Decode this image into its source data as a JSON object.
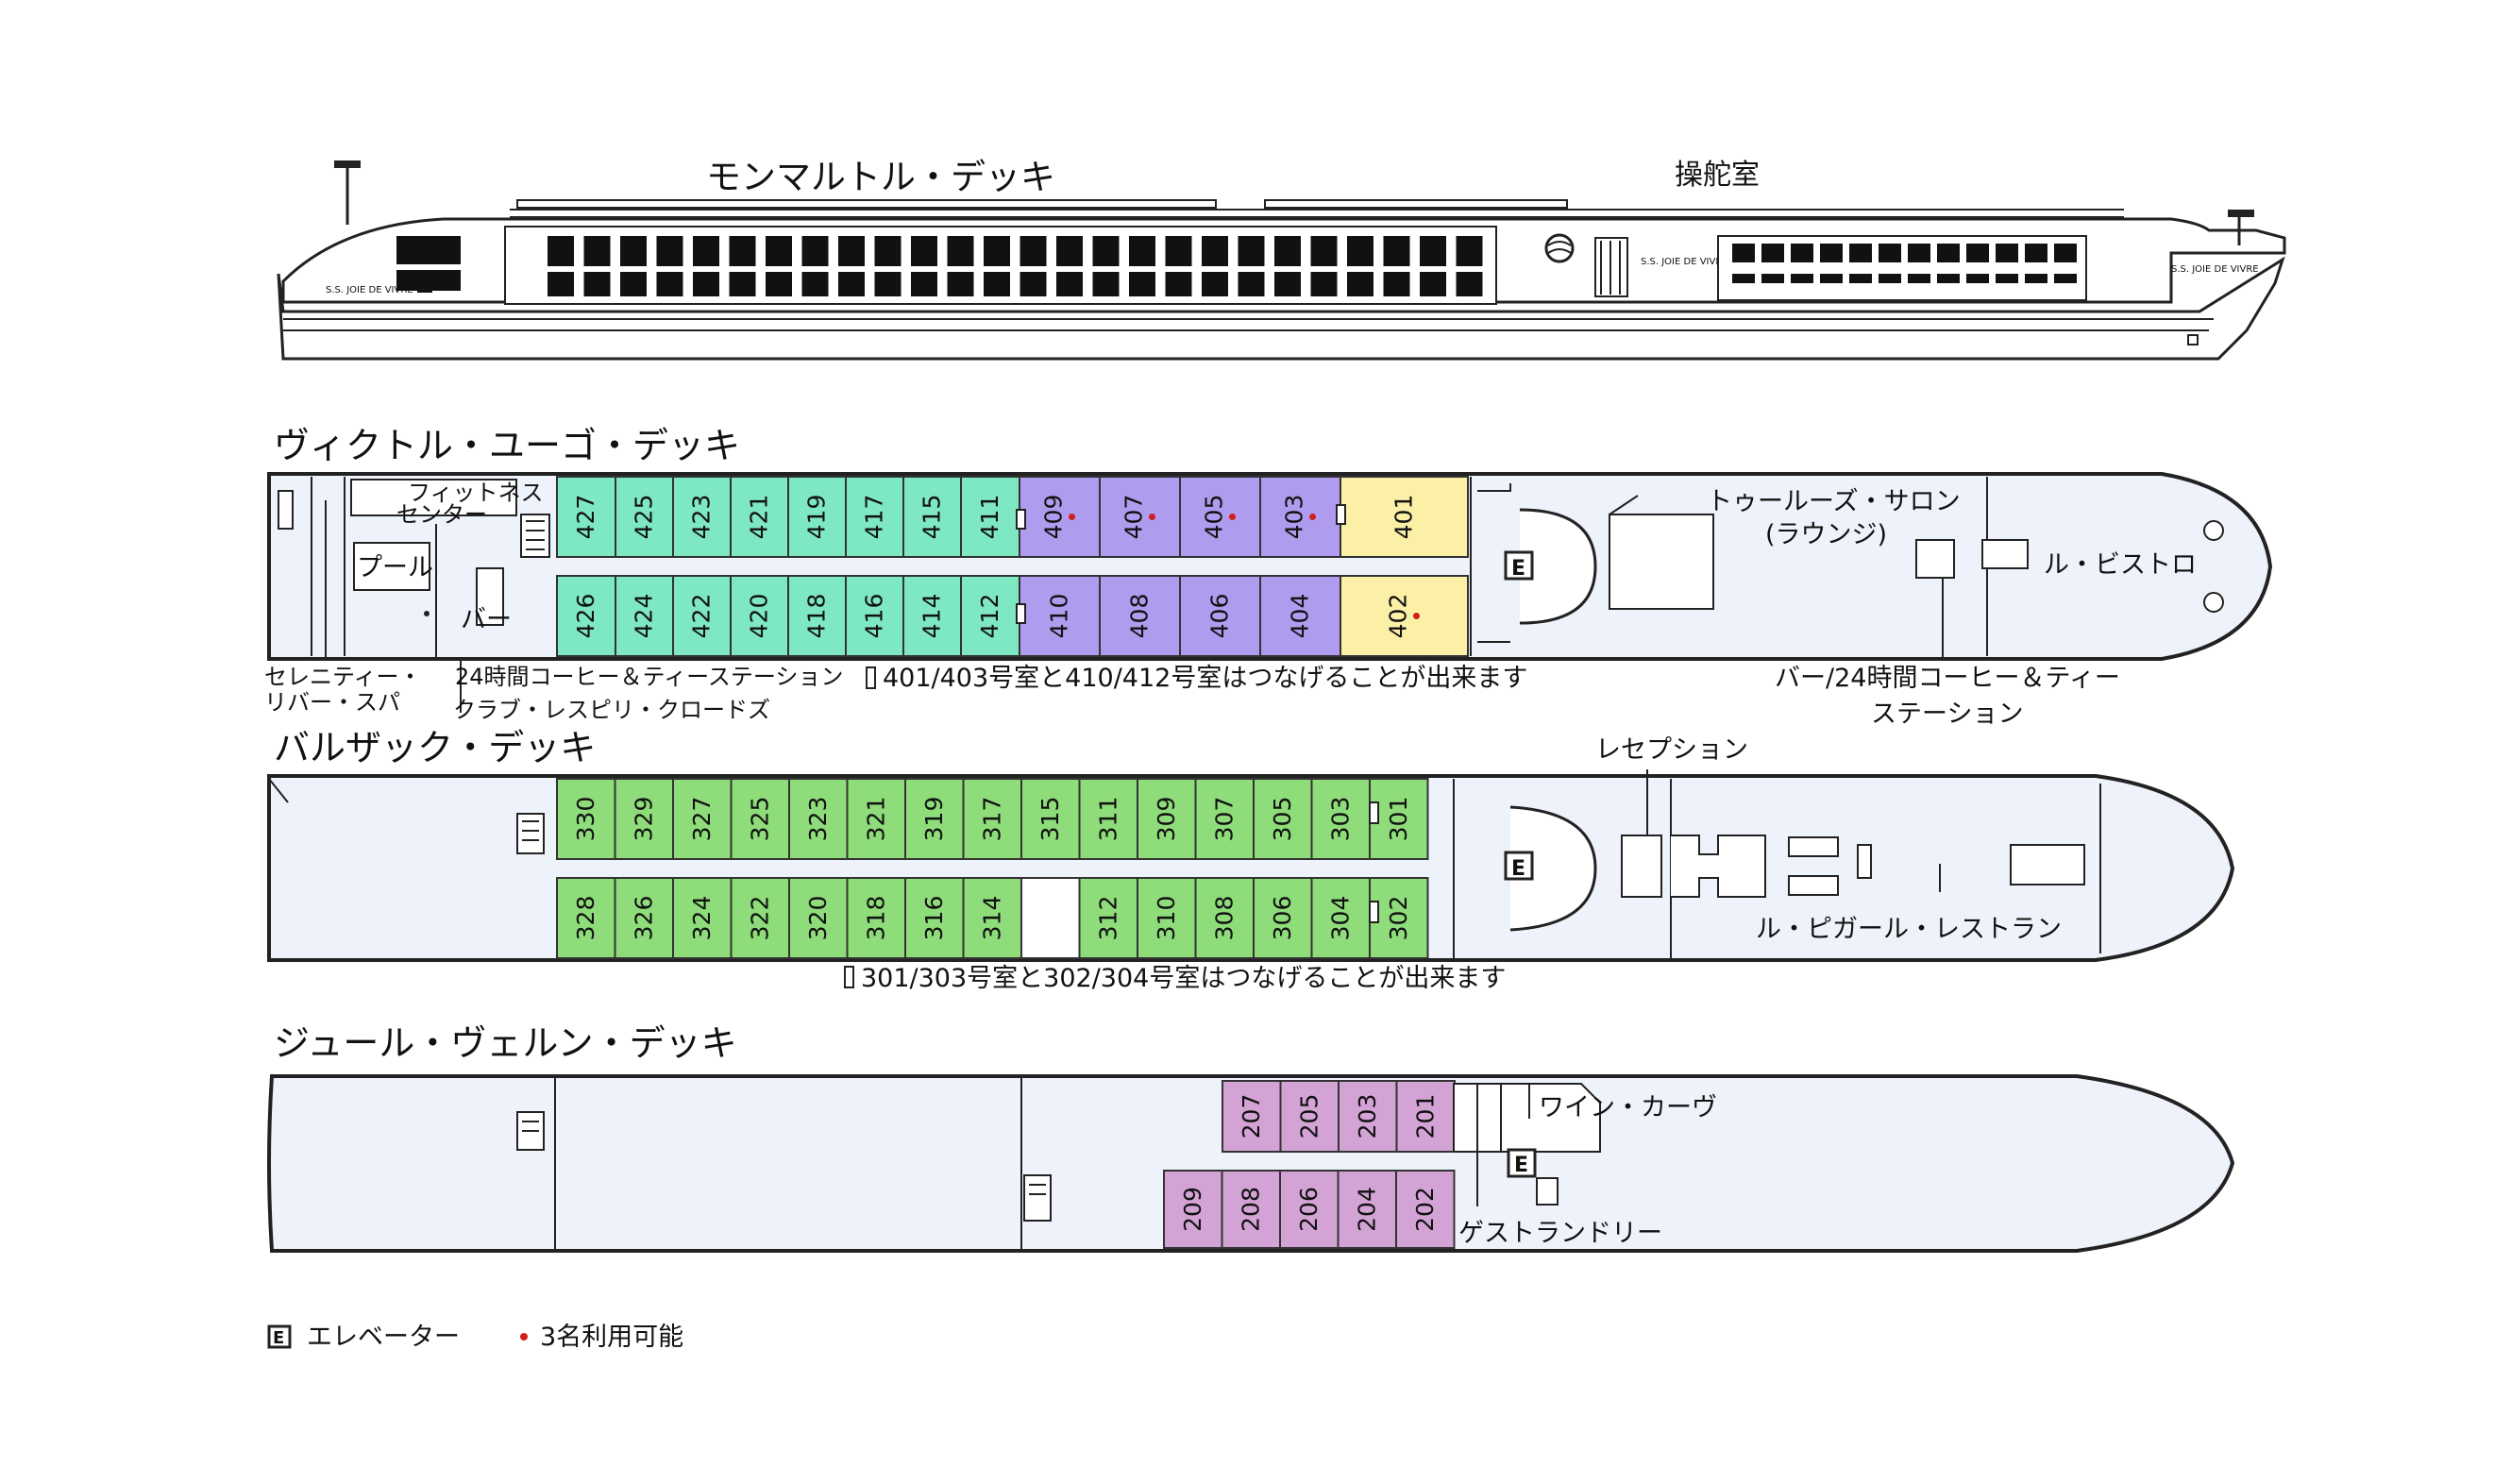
{
  "colors": {
    "hull_fill": "#eef2fa",
    "deck4_green": "#7ee8c2",
    "deck4_purple": "#b09cee",
    "deck4_yellow": "#fbf0a6",
    "deck3_green": "#8fdc7a",
    "deck2_pink": "#d4a3d6",
    "triple_dot": "#d21e1e"
  },
  "profile": {
    "deck_label": "モンマルトル・デッキ",
    "bridge_label": "操舵室",
    "ship_name": "S.S. JOIE DE VIVRE"
  },
  "deck4": {
    "title": "ヴィクトル・ユーゴ・デッキ",
    "fitness": [
      "フィットネス",
      "センター"
    ],
    "pool": "プール",
    "bar": "バー",
    "salon": [
      "トゥールーズ・サロン",
      "(ラウンジ)"
    ],
    "bistro": "ル・ビストロ",
    "callout_spa": [
      "セレニティー・",
      "リバー・スパ"
    ],
    "callout_coffee": "24時間コーヒー＆ティーステーション",
    "callout_club": "クラブ・レスピリ・クロードズ",
    "connecting_note": "401/403号室と410/412号室はつなげることが出来ます",
    "callout_bar_coffee": [
      "バー/24時間コーヒー＆ティー",
      "ステーション"
    ],
    "elevator": "E",
    "top_row": [
      {
        "no": "427",
        "cat": "green"
      },
      {
        "no": "425",
        "cat": "green"
      },
      {
        "no": "423",
        "cat": "green"
      },
      {
        "no": "421",
        "cat": "green"
      },
      {
        "no": "419",
        "cat": "green"
      },
      {
        "no": "417",
        "cat": "green"
      },
      {
        "no": "415",
        "cat": "green"
      },
      {
        "no": "411",
        "cat": "green"
      },
      {
        "no": "409",
        "cat": "purple",
        "triple": true
      },
      {
        "no": "407",
        "cat": "purple",
        "triple": true
      },
      {
        "no": "405",
        "cat": "purple",
        "triple": true
      },
      {
        "no": "403",
        "cat": "purple",
        "triple": true
      },
      {
        "no": "401",
        "cat": "yellow"
      }
    ],
    "bottom_row": [
      {
        "no": "426",
        "cat": "green"
      },
      {
        "no": "424",
        "cat": "green"
      },
      {
        "no": "422",
        "cat": "green"
      },
      {
        "no": "420",
        "cat": "green"
      },
      {
        "no": "418",
        "cat": "green"
      },
      {
        "no": "416",
        "cat": "green"
      },
      {
        "no": "414",
        "cat": "green"
      },
      {
        "no": "412",
        "cat": "green"
      },
      {
        "no": "410",
        "cat": "purple"
      },
      {
        "no": "408",
        "cat": "purple"
      },
      {
        "no": "406",
        "cat": "purple"
      },
      {
        "no": "404",
        "cat": "purple"
      },
      {
        "no": "402",
        "cat": "yellow",
        "triple": true
      }
    ]
  },
  "deck3": {
    "title": "バルザック・デッキ",
    "reception": "レセプション",
    "restaurant": "ル・ピガール・レストラン",
    "connecting_note": "301/303号室と302/304号室はつなげることが出来ます",
    "elevator": "E",
    "top_row": [
      "330",
      "329",
      "327",
      "325",
      "323",
      "321",
      "319",
      "317",
      "315",
      "311",
      "309",
      "307",
      "305",
      "303",
      "301"
    ],
    "bottom_row": [
      "328",
      "326",
      "324",
      "322",
      "320",
      "318",
      "316",
      "314",
      "",
      "312",
      "310",
      "308",
      "306",
      "304",
      "302"
    ]
  },
  "deck2": {
    "title": "ジュール・ヴェルン・デッキ",
    "wine": "ワイン・カーヴ",
    "laundry": "ゲストランドリー",
    "elevator": "E",
    "top_row": [
      "207",
      "205",
      "203",
      "201"
    ],
    "bottom_row": [
      "209",
      "208",
      "206",
      "204",
      "202"
    ]
  },
  "legend": {
    "elevator_symbol": "E",
    "elevator": "エレベーター",
    "triple": "3名利用可能"
  }
}
